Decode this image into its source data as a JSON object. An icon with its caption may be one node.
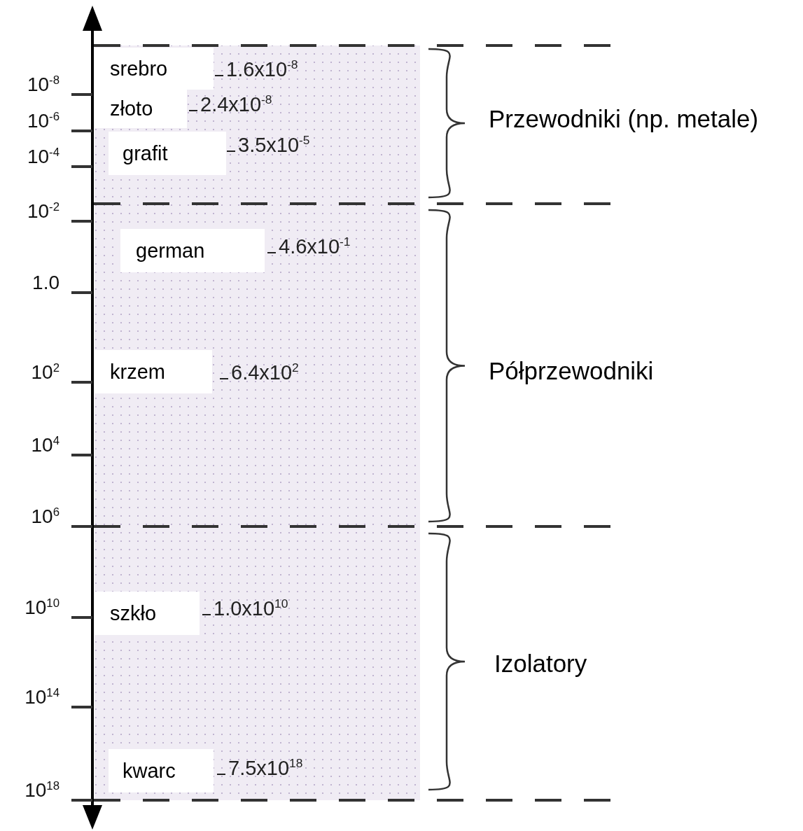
{
  "diagram": {
    "nodes": [
      {
        "text": [
          "srebro"
        ],
        "beside": [
          "1.6x10$^{-8}$"
        ]
      },
      {
        "text": [
          "złoto"
        ],
        "beside": [
          "2.4x10$^{-8}$"
        ]
      },
      {
        "text": [
          "grafit"
        ],
        "beside": [
          "3.5x10$^{-5}$"
        ]
      },
      {
        "text": [
          "german"
        ],
        "beside": [
          "4.6x10$^{-1}$"
        ]
      },
      {
        "text": [
          "krzem"
        ],
        "beside": [
          "6.4x10$^{2}$"
        ]
      },
      {
        "text": [
          "szkło"
        ],
        "beside": [
          "1.0x10$^{10}$"
        ]
      },
      {
        "text": [
          "kwarc"
        ],
        "beside": [
          "7.5x10$^{18}$"
        ]
      }
    ],
    "edges": [],
    "labels": [
      "10$^{-8}$",
      "10$^{-6}$",
      "10$^{-4}$",
      "10$^{-2}$",
      "1.0",
      "10$^{2}$",
      "10$^{4}$",
      "10$^{6}$",
      "10$^{10}$",
      "10$^{14}$",
      "10$^{18}$",
      "Przewodniki (np. metale)",
      "Półprzewodniki",
      "Izolatory"
    ]
  }
}
